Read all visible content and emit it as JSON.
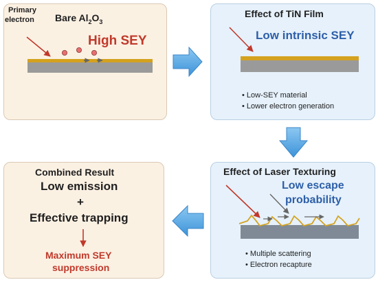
{
  "panel_bare": {
    "primary_label_1": "Primary",
    "primary_label_2": "electron",
    "title_main": "Bare Al",
    "title_sub1": "2",
    "title_mid": "O",
    "title_sub2": "3",
    "result": "High SEY"
  },
  "panel_tin": {
    "title": "Effect of TiN Film",
    "result": "Low intrinsic SEY",
    "bullets": [
      "Low-SEY material",
      "Lower electron generation"
    ]
  },
  "panel_laser": {
    "title": "Effect of Laser Texturing",
    "result_line1": "Low escape",
    "result_line2": "probability",
    "bullets": [
      "Multiple scattering",
      "Electron recapture"
    ]
  },
  "panel_combined": {
    "title": "Combined Result",
    "line1": "Low emission",
    "plus": "+",
    "line2": "Effective trapping",
    "result_line1": "Maximum SEY",
    "result_line2": "suppression"
  },
  "colors": {
    "warm_panel": "#fbf1e3",
    "cool_panel": "#e6f1fb",
    "coating": "#d4a21f",
    "substrate": "#9a9a9a",
    "substrate_laser": "#7f8a96",
    "flow_arrow": "#5aa9e6",
    "electron": "#e86f6f",
    "accent_red": "#c0392b",
    "accent_blue": "#2d5fa8"
  }
}
